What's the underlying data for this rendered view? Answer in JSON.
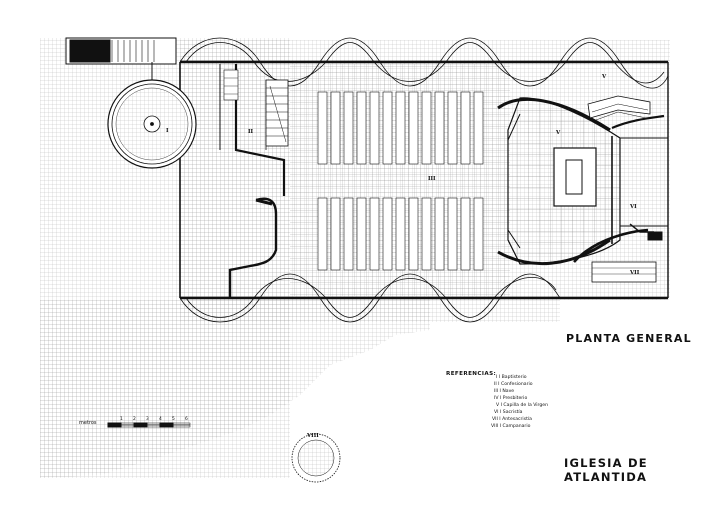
{
  "titles": {
    "plan": "PLANTA GENERAL",
    "church": "IGLESIA DE ATLANTIDA"
  },
  "references": {
    "heading": "REFERENCIAS:",
    "items": [
      "I  I Baptisterio",
      "II I Confesionario",
      "III I Nave",
      "IV I Presbiterio",
      "V I Capilla de la Virgen",
      "VI I Sacristía",
      "VII I Antesacristía",
      "VIII I Campanario"
    ]
  },
  "scale": {
    "label": "metros",
    "marks": [
      "1",
      "2",
      "3",
      "4",
      "5",
      "6"
    ]
  },
  "room_labels": {
    "baptistery": "I",
    "confessional": "II",
    "nave": "III",
    "chapel_upper": "V",
    "presbytery": "V",
    "sacristy": "VI",
    "antesacristy": "VII",
    "bell_tower": "VIII"
  },
  "colors": {
    "ink": "#111111",
    "grid": "#9a9a9a",
    "background": "#ffffff"
  }
}
